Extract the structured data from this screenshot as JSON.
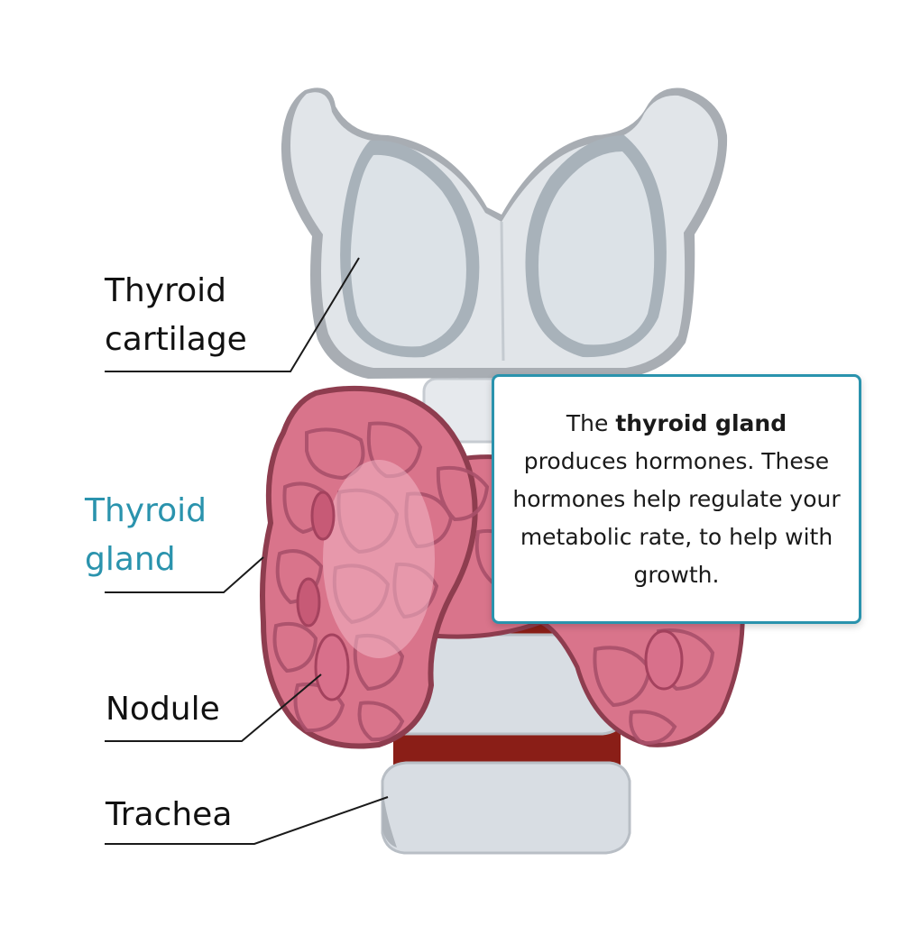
{
  "labels": {
    "cartilage": {
      "line1": "Thyroid",
      "line2": "cartilage"
    },
    "gland": {
      "line1": "Thyroid",
      "line2": "gland"
    },
    "nodule": "Nodule",
    "trachea": "Trachea"
  },
  "info_box": {
    "text_before": "The ",
    "text_bold": "thyroid gland",
    "text_after": " produces hormones. These hormones help regulate your metabolic rate, to help with growth."
  },
  "colors": {
    "accent": "#2a93ad",
    "cartilage": "#dfe3e8",
    "cartilage_shadow": "#a8adb3",
    "gland": "#d9748b",
    "gland_outline": "#8e3d4f",
    "trachea_muscle": "#8a1e17",
    "trachea_ring": "#d8dde3"
  }
}
